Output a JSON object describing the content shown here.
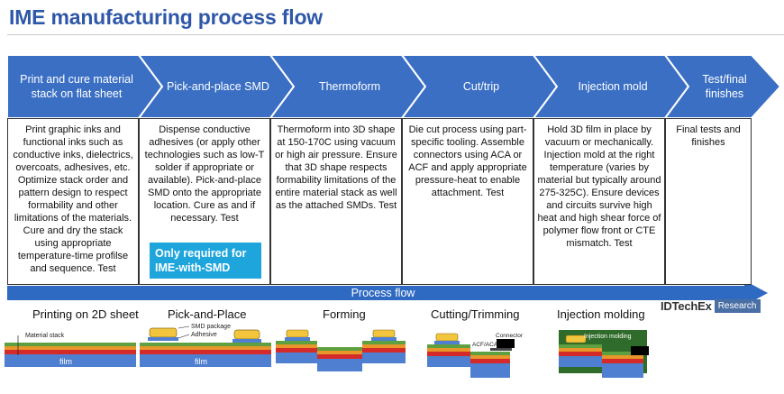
{
  "title": "IME manufacturing process flow",
  "steps": [
    {
      "header": "Print and cure material stack on flat sheet",
      "body": "Print graphic inks and functional inks such as conductive inks, dielectrics, overcoats, adhesives, etc. Optimize stack order and pattern design to respect formability and other limitations of the materials. Cure and dry the stack using appropriate temperature-time profilse and sequence. Test"
    },
    {
      "header": "Pick-and-place SMD",
      "body": "Dispense conductive adhesives (or apply other technologies such as low-T solder if appropriate or available). Pick-and-place SMD onto the appropriate location. Cure as and if necessary. Test"
    },
    {
      "header": "Thermoform",
      "body": "Thermoform into 3D shape at 150-170C using vacuum or high air pressure. Ensure that 3D shape respects formability limitations of the entire material stack as well as the attached SMDs. Test"
    },
    {
      "header": "Cut/trip",
      "body": "Die cut process using part-specific tooling. Assemble connectors using ACA or ACF and apply appropriate pressure-heat to enable attachment. Test"
    },
    {
      "header": "Injection mold",
      "body": "Hold 3D film in place by vacuum or mechanically. Injection mold at the right temperature (varies by material but typically around 275-325C). Ensure devices and circuits survive high heat and high shear force of polymer flow front or CTE mismatch. Test"
    },
    {
      "header": "Test/final finishes",
      "body": "Final tests and finishes"
    }
  ],
  "callout": "Only required for IME-with-SMD",
  "flow_label": "Process flow",
  "logo": {
    "main": "IDTechEx",
    "sub": "Research"
  },
  "stages": [
    "Printing on 2D sheet",
    "Pick-and-Place",
    "Forming",
    "Cutting/Trimming",
    "Injection molding"
  ],
  "diagram_labels": {
    "material_stack": "Material stack",
    "film": "film",
    "smd_package": "SMD package",
    "adhesive": "Adhesive",
    "connector": "Connector",
    "acf_aca": "ACF/ACA",
    "injection_molding": "Injection molding"
  },
  "colors": {
    "title": "#2e57a8",
    "chevron": "#3a6fc4",
    "chevron_outline": "#ffffff",
    "flow_arrow": "#2f6ac2",
    "callout": "#1ea5dc",
    "film": "#4f7fd1",
    "layer_red": "#d42a2a",
    "layer_orange": "#e8962a",
    "layer_green": "#5ea040",
    "smd": "#f2c53d",
    "mold": "#2f6b2a"
  }
}
